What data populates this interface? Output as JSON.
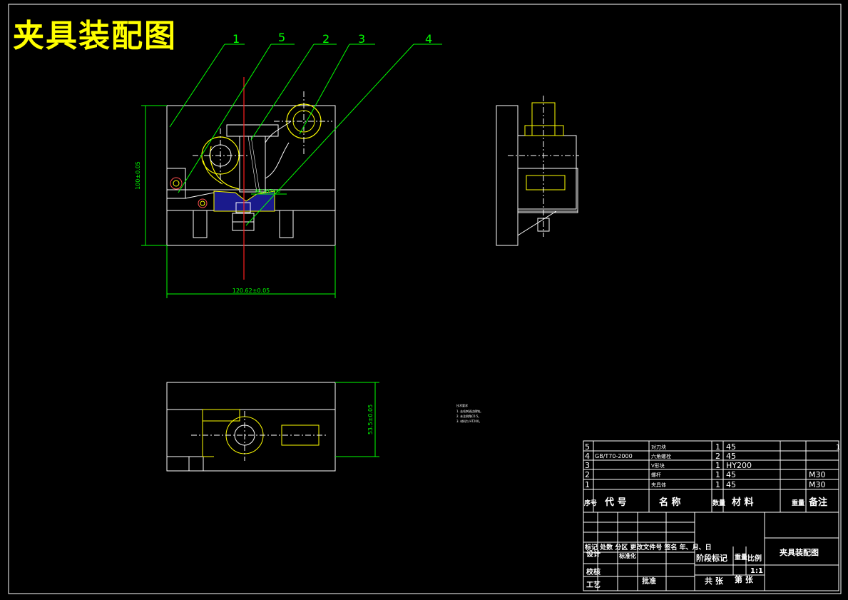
{
  "title": "夹具装配图",
  "balloons": [
    "1",
    "5",
    "2",
    "3",
    "4"
  ],
  "dimensions": {
    "height": "100±0.05",
    "width": "120.62±0.05",
    "fit": "Φ11H7/n6",
    "plan_height": "53.5±0.05"
  },
  "notes": {
    "heading": "技术要求",
    "lines": [
      "1. 去毛刺锐边倒钝。",
      "2. 未注倒角C0.5。",
      "3. 材料为 HT200。"
    ]
  },
  "bom": {
    "rows": [
      {
        "no": "5",
        "code": "",
        "name": "对刀块",
        "qty": "1",
        "material": "45",
        "weight": "",
        "remark": ""
      },
      {
        "no": "4",
        "code": "GB/T70-2000",
        "name": "六角螺栓",
        "qty": "2",
        "material": "45",
        "weight": "",
        "remark": ""
      },
      {
        "no": "3",
        "code": "",
        "name": "V形块",
        "qty": "1",
        "material": "HY200",
        "weight": "",
        "remark": ""
      },
      {
        "no": "2",
        "code": "",
        "name": "螺杆",
        "qty": "1",
        "material": "45",
        "weight": "",
        "remark": "M30"
      },
      {
        "no": "1",
        "code": "",
        "name": "夹具体",
        "qty": "1",
        "material": "45",
        "weight": "",
        "remark": "M30"
      }
    ],
    "header": {
      "no": "序号",
      "code": "代 号",
      "name": "名 称",
      "qty": "数量",
      "material": "材 料",
      "weight": "重量",
      "remark": "备注"
    },
    "edge_mark": "1"
  },
  "title_block": {
    "drawing_name": "夹具装配图",
    "row_labels": "标记 处数 分区 更改文件号 签名 年、月、日",
    "design": "设计",
    "standard": "标准化",
    "check": "校核",
    "process": "工艺",
    "approve": "批准",
    "stage": "阶段标记",
    "weight": "重量",
    "scale": "比例",
    "scale_value": "1:1",
    "sheets_total": "共  张",
    "sheet_no": "第  张"
  }
}
